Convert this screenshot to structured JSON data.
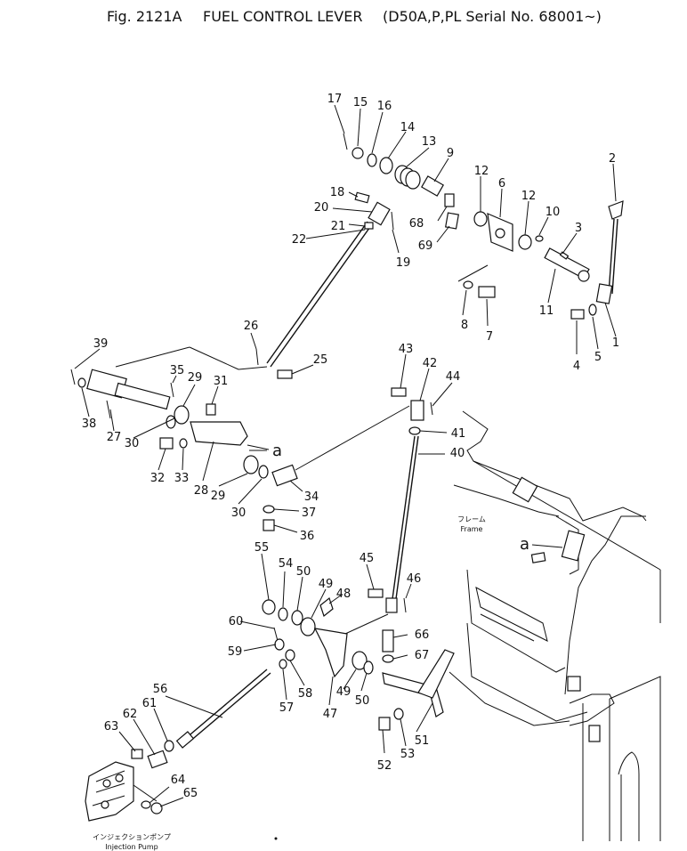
{
  "title": {
    "figure": "Fig. 2121A",
    "name": "FUEL CONTROL LEVER",
    "applicable": "(D50A,P,PL Serial No. 68001~)"
  },
  "captions": {
    "frame_jp": "フレーム",
    "frame_en": "Frame",
    "pump_jp": "インジェクションポンプ",
    "pump_en": "Injection Pump"
  },
  "reference_marks": [
    "a",
    "a"
  ],
  "part_numbers": {
    "p1": "1",
    "p2": "2",
    "p3": "3",
    "p4": "4",
    "p5": "5",
    "p6": "6",
    "p7": "7",
    "p8": "8",
    "p9": "9",
    "p10": "10",
    "p11": "11",
    "p12a": "12",
    "p12b": "12",
    "p13": "13",
    "p14": "14",
    "p15": "15",
    "p16": "16",
    "p17": "17",
    "p18": "18",
    "p19": "19",
    "p20": "20",
    "p21": "21",
    "p22": "22",
    "p25": "25",
    "p26": "26",
    "p27": "27",
    "p28": "28",
    "p29a": "29",
    "p29b": "29",
    "p30a": "30",
    "p30b": "30",
    "p31": "31",
    "p32": "32",
    "p33": "33",
    "p34": "34",
    "p35": "35",
    "p36": "36",
    "p37": "37",
    "p38": "38",
    "p39": "39",
    "p40": "40",
    "p41": "41",
    "p42": "42",
    "p43": "43",
    "p44": "44",
    "p45": "45",
    "p46": "46",
    "p47": "47",
    "p48": "48",
    "p49a": "49",
    "p49b": "49",
    "p50a": "50",
    "p50b": "50",
    "p51": "51",
    "p52": "52",
    "p53": "53",
    "p54": "54",
    "p55": "55",
    "p56": "56",
    "p57": "57",
    "p58": "58",
    "p59": "59",
    "p60": "60",
    "p61": "61",
    "p62": "62",
    "p63": "63",
    "p64": "64",
    "p65": "65",
    "p66": "66",
    "p67": "67",
    "p68": "68",
    "p69": "69"
  }
}
